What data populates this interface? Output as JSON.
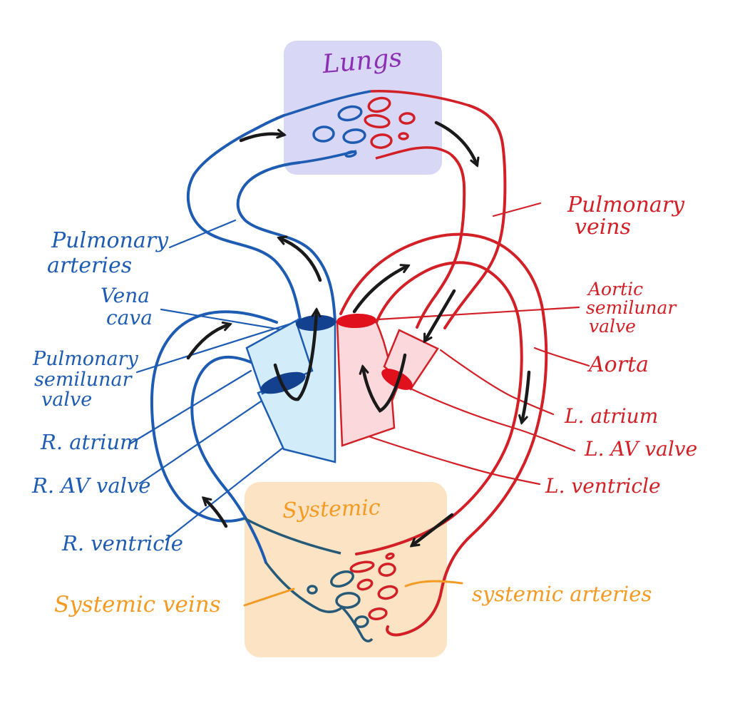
{
  "regions": {
    "lungs": {
      "label": "Lungs"
    },
    "systemic": {
      "label": "Systemic"
    }
  },
  "labels": {
    "pulmonary_arteries": {
      "lines": [
        "Pulmonary",
        "arteries"
      ]
    },
    "vena_cava": {
      "lines": [
        "Vena",
        "cava"
      ]
    },
    "pulmonary_semilunar_valve": {
      "lines": [
        "Pulmonary",
        "semilunar",
        "valve"
      ]
    },
    "r_atrium": {
      "lines": [
        "R. atrium"
      ]
    },
    "r_av_valve": {
      "lines": [
        "R. AV valve"
      ]
    },
    "r_ventricle": {
      "lines": [
        "R. ventricle"
      ]
    },
    "systemic_veins": {
      "lines": [
        "Systemic veins"
      ]
    },
    "systemic_arteries": {
      "lines": [
        "systemic arteries"
      ]
    },
    "pulmonary_veins": {
      "lines": [
        "Pulmonary",
        "veins"
      ]
    },
    "aortic_semilunar_valve": {
      "lines": [
        "Aortic",
        "semilunar",
        "valve"
      ]
    },
    "aorta": {
      "lines": [
        "Aorta"
      ]
    },
    "l_atrium": {
      "lines": [
        "L. atrium"
      ]
    },
    "l_av_valve": {
      "lines": [
        "L. AV valve"
      ]
    },
    "l_ventricle": {
      "lines": [
        "L. ventricle"
      ]
    }
  },
  "colors": {
    "lavender_box": "#d8d8f6",
    "peach_box": "#fbe3c3",
    "light_blue_fill": "#d2ecf9",
    "pink_fill": "#fbd8dc",
    "dark_blue_valve": "#14418f",
    "red_valve": "#e0101d",
    "blue_vessel": "#1e5cb3",
    "teal_vein": "#265a78",
    "red_vessel": "#d32027",
    "orange_text": "#f59a23",
    "purple_text": "#8c2fb5",
    "black_arrow": "#1a1a1a"
  }
}
